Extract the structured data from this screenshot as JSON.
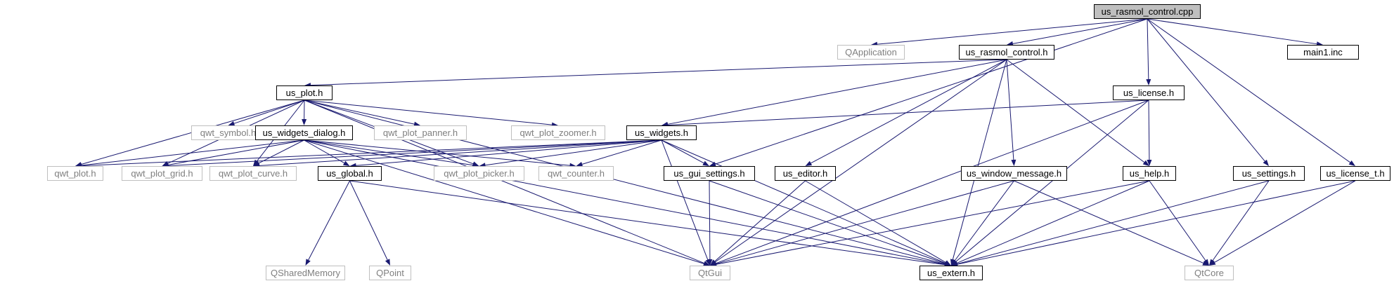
{
  "diagram": {
    "title": "us_rasmol_control.cpp include dependency graph",
    "colors": {
      "edge": "#191970",
      "local_border": "#000000",
      "external_border": "#bfbfbf",
      "external_text": "#7f7f7f",
      "root_fill": "#bfbfbf"
    },
    "nodes": {
      "root": "us_rasmol_control.cpp",
      "qapplication": "QApplication",
      "us_rasmol_control_h": "us_rasmol_control.h",
      "main1_inc": "main1.inc",
      "us_plot_h": "us_plot.h",
      "us_license_h": "us_license.h",
      "qwt_symbol_h": "qwt_symbol.h",
      "us_widgets_dialog_h": "us_widgets_dialog.h",
      "qwt_plot_panner_h": "qwt_plot_panner.h",
      "qwt_plot_zoomer_h": "qwt_plot_zoomer.h",
      "us_widgets_h": "us_widgets.h",
      "qwt_plot_h": "qwt_plot.h",
      "qwt_plot_grid_h": "qwt_plot_grid.h",
      "qwt_plot_curve_h": "qwt_plot_curve.h",
      "us_global_h": "us_global.h",
      "qwt_plot_picker_h": "qwt_plot_picker.h",
      "qwt_counter_h": "qwt_counter.h",
      "us_gui_settings_h": "us_gui_settings.h",
      "us_editor_h": "us_editor.h",
      "us_window_message_h": "us_window_message.h",
      "us_help_h": "us_help.h",
      "us_settings_h": "us_settings.h",
      "us_license_t_h": "us_license_t.h",
      "qsharedmemory": "QSharedMemory",
      "qpoint": "QPoint",
      "qtgui": "QtGui",
      "us_extern_h": "us_extern.h",
      "qtcore": "QtCore"
    },
    "edges": [
      [
        "root",
        "qapplication"
      ],
      [
        "root",
        "us_rasmol_control_h"
      ],
      [
        "root",
        "main1_inc"
      ],
      [
        "root",
        "us_license_h"
      ],
      [
        "root",
        "us_gui_settings_h"
      ],
      [
        "root",
        "us_settings_h"
      ],
      [
        "root",
        "us_license_t_h"
      ],
      [
        "us_rasmol_control_h",
        "us_plot_h"
      ],
      [
        "us_rasmol_control_h",
        "us_widgets_h"
      ],
      [
        "us_rasmol_control_h",
        "us_editor_h"
      ],
      [
        "us_rasmol_control_h",
        "us_window_message_h"
      ],
      [
        "us_rasmol_control_h",
        "us_help_h"
      ],
      [
        "us_rasmol_control_h",
        "us_extern_h"
      ],
      [
        "us_rasmol_control_h",
        "qtgui"
      ],
      [
        "us_plot_h",
        "qwt_symbol_h"
      ],
      [
        "us_plot_h",
        "us_widgets_dialog_h"
      ],
      [
        "us_plot_h",
        "qwt_plot_panner_h"
      ],
      [
        "us_plot_h",
        "qwt_plot_zoomer_h"
      ],
      [
        "us_plot_h",
        "qwt_plot_h"
      ],
      [
        "us_plot_h",
        "qwt_plot_grid_h"
      ],
      [
        "us_plot_h",
        "qwt_plot_curve_h"
      ],
      [
        "us_plot_h",
        "qwt_plot_picker_h"
      ],
      [
        "us_plot_h",
        "us_extern_h"
      ],
      [
        "us_plot_h",
        "qtgui"
      ],
      [
        "us_widgets_dialog_h",
        "qwt_plot_h"
      ],
      [
        "us_widgets_dialog_h",
        "qwt_plot_grid_h"
      ],
      [
        "us_widgets_dialog_h",
        "qwt_plot_curve_h"
      ],
      [
        "us_widgets_dialog_h",
        "us_global_h"
      ],
      [
        "us_widgets_dialog_h",
        "qwt_plot_picker_h"
      ],
      [
        "us_widgets_dialog_h",
        "qwt_counter_h"
      ],
      [
        "us_widgets_dialog_h",
        "us_extern_h"
      ],
      [
        "us_widgets_dialog_h",
        "qtgui"
      ],
      [
        "us_license_h",
        "us_widgets_h"
      ],
      [
        "us_license_h",
        "us_help_h"
      ],
      [
        "us_license_h",
        "us_extern_h"
      ],
      [
        "us_license_h",
        "qtgui"
      ],
      [
        "us_widgets_h",
        "qwt_plot_h"
      ],
      [
        "us_widgets_h",
        "qwt_plot_grid_h"
      ],
      [
        "us_widgets_h",
        "qwt_plot_curve_h"
      ],
      [
        "us_widgets_h",
        "us_global_h"
      ],
      [
        "us_widgets_h",
        "qwt_plot_picker_h"
      ],
      [
        "us_widgets_h",
        "qwt_counter_h"
      ],
      [
        "us_widgets_h",
        "us_gui_settings_h"
      ],
      [
        "us_widgets_h",
        "qtgui"
      ],
      [
        "us_widgets_h",
        "us_extern_h"
      ],
      [
        "us_global_h",
        "qsharedmemory"
      ],
      [
        "us_global_h",
        "qpoint"
      ],
      [
        "us_global_h",
        "us_extern_h"
      ],
      [
        "us_gui_settings_h",
        "qtgui"
      ],
      [
        "us_gui_settings_h",
        "us_extern_h"
      ],
      [
        "us_editor_h",
        "qtgui"
      ],
      [
        "us_editor_h",
        "us_extern_h"
      ],
      [
        "us_window_message_h",
        "qtgui"
      ],
      [
        "us_window_message_h",
        "us_extern_h"
      ],
      [
        "us_window_message_h",
        "qtcore"
      ],
      [
        "us_help_h",
        "qtgui"
      ],
      [
        "us_help_h",
        "us_extern_h"
      ],
      [
        "us_help_h",
        "qtcore"
      ],
      [
        "us_settings_h",
        "us_extern_h"
      ],
      [
        "us_settings_h",
        "qtcore"
      ],
      [
        "us_license_t_h",
        "us_extern_h"
      ],
      [
        "us_license_t_h",
        "qtcore"
      ]
    ]
  }
}
